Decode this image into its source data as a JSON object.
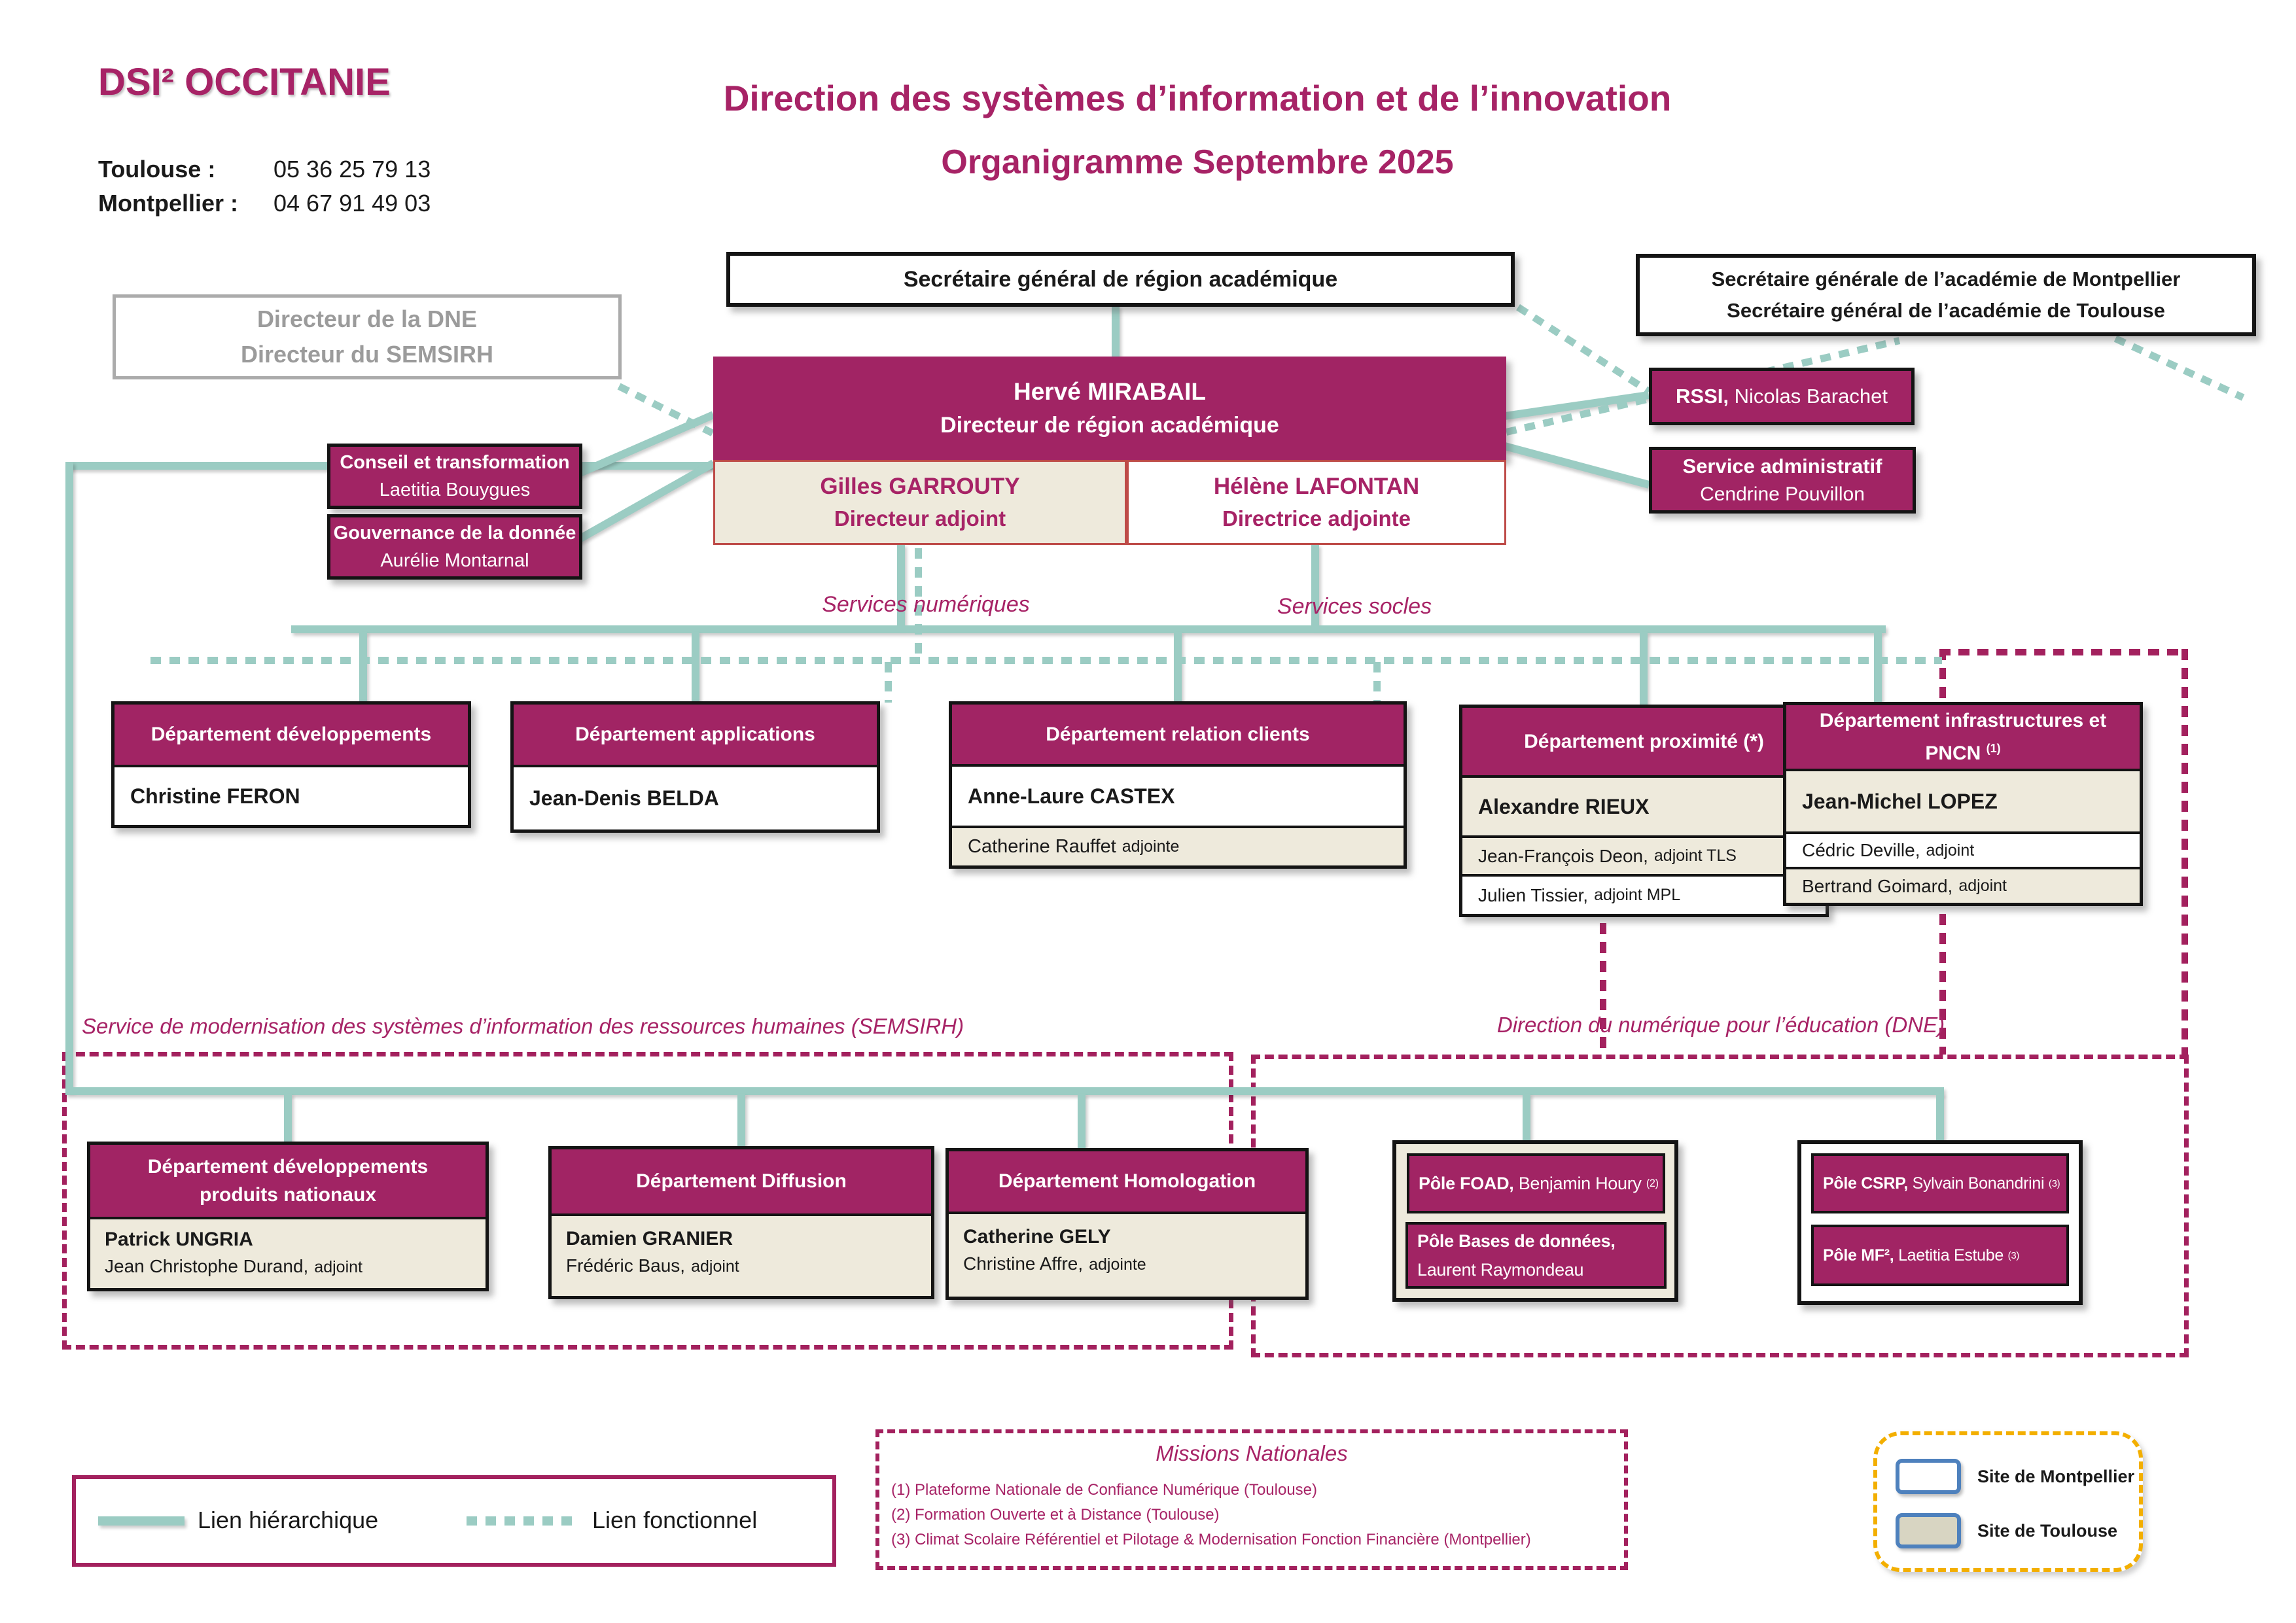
{
  "header": {
    "logo": "DSI² OCCITANIE",
    "phone1_label": "Toulouse :",
    "phone1_number": "05 36 25 79 13",
    "phone2_label": "Montpellier :",
    "phone2_number": "04 67 91 49 03",
    "title_line1": "Direction des systèmes d’information et de l’innovation",
    "title_line2": "Organigramme Septembre 2025"
  },
  "top_boxes": {
    "sgra": "Secrétaire général de région académique",
    "academie_line1": "Secrétaire générale de l’académie de Montpellier",
    "academie_line2": "Secrétaire général de l’académie de Toulouse",
    "dne_line1": "Directeur de la DNE",
    "dne_line2": "Directeur du SEMSIRH"
  },
  "direction": {
    "name": "Hervé MIRABAIL",
    "role": "Directeur de région académique",
    "deputy_left_name": "Gilles GARROUTY",
    "deputy_left_role": "Directeur adjoint",
    "deputy_right_name": "Hélène LAFONTAN",
    "deputy_right_role": "Directrice adjointe"
  },
  "staff": {
    "rssi_label": "RSSI,",
    "rssi_name": "Nicolas Barachet",
    "admin_title": "Service administratif",
    "admin_name": "Cendrine Pouvillon",
    "conseil_title": "Conseil et transformation",
    "conseil_name": "Laetitia Bouygues",
    "gouvernance_title": "Gouvernance de la donnée",
    "gouvernance_name": "Aurélie Montarnal"
  },
  "section_labels": {
    "services_numeriques": "Services numériques",
    "services_socles": "Services socles",
    "semsirh": "Service de modernisation des systèmes d’information des ressources humaines (SEMSIRH)",
    "dne": "Direction du numérique pour l’éducation (DNE)"
  },
  "departments": [
    {
      "title": "Département développements",
      "manager": "Christine FERON"
    },
    {
      "title": "Département applications",
      "manager": "Jean-Denis BELDA"
    },
    {
      "title": "Département relation clients",
      "manager": "Anne-Laure CASTEX",
      "adjoint_name": "Catherine Rauffet",
      "adjoint_suffix": "adjointe"
    },
    {
      "title": "Département proximité (*)",
      "manager": "Alexandre RIEUX",
      "adjoint1_name": "Jean-François Deon,",
      "adjoint1_suffix": "adjoint TLS",
      "adjoint2_name": "Julien Tissier,",
      "adjoint2_suffix": "adjoint MPL"
    },
    {
      "title": "Département infrastructures et PNCN",
      "title_sup": "(1)",
      "manager": "Jean-Michel LOPEZ",
      "adjoint1_name": "Cédric Deville,",
      "adjoint1_suffix": "adjoint",
      "adjoint2_name": "Bertrand Goimard,",
      "adjoint2_suffix": "adjoint"
    }
  ],
  "semsirh_departments": [
    {
      "title": "Département développements produits nationaux",
      "manager": "Patrick UNGRIA",
      "adjoint_name": "Jean Christophe Durand,",
      "adjoint_suffix": "adjoint"
    },
    {
      "title": "Département Diffusion",
      "manager": "Damien GRANIER",
      "adjoint_name": "Frédéric Baus,",
      "adjoint_suffix": "adjoint"
    },
    {
      "title": "Département Homologation",
      "manager": "Catherine GELY",
      "adjoint_name": "Christine Affre,",
      "adjoint_suffix": "adjointe"
    }
  ],
  "dne_poles": [
    {
      "label": "Pôle FOAD,",
      "name": "Benjamin Houry",
      "sup": "(2)"
    },
    {
      "label": "Pôle Bases de données,",
      "name": "Laurent Raymondeau",
      "sup": ""
    },
    {
      "label": "Pôle CSRP,",
      "name": "Sylvain Bonandrini",
      "sup": "(3)"
    },
    {
      "label": "Pôle MF²,",
      "name": "Laetitia Estube",
      "sup": "(3)"
    }
  ],
  "legend": {
    "hierarchical": "Lien hiérarchique",
    "functional": "Lien fonctionnel"
  },
  "missions": {
    "title": "Missions Nationales",
    "item1": "(1) Plateforme Nationale de Confiance Numérique (Toulouse)",
    "item2": "(2) Formation Ouverte et à Distance (Toulouse)",
    "item3": "(3) Climat Scolaire Référentiel et Pilotage & Modernisation Fonction Financière (Montpellier)"
  },
  "sites": {
    "montpellier": "Site de Montpellier",
    "toulouse": "Site de Toulouse"
  },
  "colors": {
    "magenta": "#A12464",
    "accent_text": "#A72366",
    "teal": "#9BCCC3",
    "beige": "#EEEADC",
    "gold": "#F3AF00",
    "blue": "#4E81BD"
  }
}
